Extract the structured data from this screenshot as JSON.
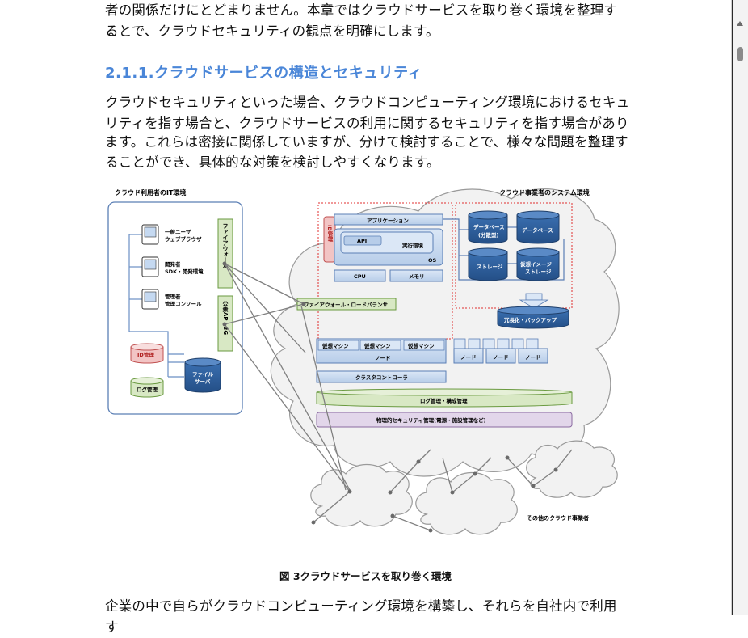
{
  "document": {
    "intro_line1": "者の関係だけにとどまりません。本章ではクラウドサービスを取り巻く環境を整理する",
    "intro_line2": "ことで、クラウドセキュリティの観点を明確にします。",
    "section_heading": "2.1.1.クラウドサービスの構造とセキュリティ",
    "para_line1": "クラウドセキュリティといった場合、クラウドコンピューティング環境におけるセキュ",
    "para_line2": "リティを指す場合と、クラウドサービスの利用に関するセキュリティを指す場合があり",
    "para_line3": "ます。これらは密接に関係していますが、分けて検討することで、様々な問題を整理す",
    "para_line4": "ることができ、具体的な対策を検討しやすくなります。",
    "caption": "図 3クラウドサービスを取り巻く環境",
    "bottom_line": "企業の中で自らがクラウドコンピューティング環境を構築し、それらを自社内で利用す"
  },
  "figure": {
    "user_env_title": "クラウド利用者のIT環境",
    "provider_env_title": "クラウド事業者のシステム環境",
    "terminal1_line1": "一般ユーザ",
    "terminal1_line2": "ウェブブラウザ",
    "terminal2_line1": "開発者",
    "terminal2_line2": "SDK・開発環境",
    "terminal3_line1": "管理者",
    "terminal3_line2": "管理コンソール",
    "id_mgmt": "ID管理",
    "log_mgmt": "ログ管理",
    "file_server_line1": "ファイル",
    "file_server_line2": "サーバ",
    "firewall": "ファイアウォール",
    "public_ap": "公衆AP・3G",
    "id_mgmt_vertical": "ID管理",
    "application": "アプリケーション",
    "api": "API",
    "runtime": "実行環境",
    "os": "OS",
    "cpu": "CPU",
    "memory": "メモリ",
    "db_distributed_line1": "データベース",
    "db_distributed_line2": "(分散型)",
    "database": "データベース",
    "storage": "ストレージ",
    "vimage_line1": "仮想イメージ",
    "vimage_line2": "ストレージ",
    "redundancy": "冗長化・バックアップ",
    "fw_lb": "ファイアウォール・ロードバランサ",
    "vm1": "仮想マシン",
    "vm2": "仮想マシン",
    "vm3": "仮想マシン",
    "node_main": "ノード",
    "node_a": "ノード",
    "node_b": "ノード",
    "node_c": "ノード",
    "cluster_controller": "クラスタコントローラ",
    "log_config_mgmt": "ログ管理・構成管理",
    "physical_security": "物理的セキュリティ管理(電源・施設管理など)",
    "other_providers": "その他のクラウド事業者"
  },
  "colors": {
    "heading_blue": "#4a86d8",
    "box_blue_fill": "#c5d9f1",
    "box_blue_stroke": "#5b7fb5",
    "cylinder_dark": "#2e5f9e",
    "green_fill": "#d8e8c4",
    "red_fill": "#f2c4c4",
    "purple_fill": "#e2d6ea",
    "red_dotted": "#e03030"
  }
}
